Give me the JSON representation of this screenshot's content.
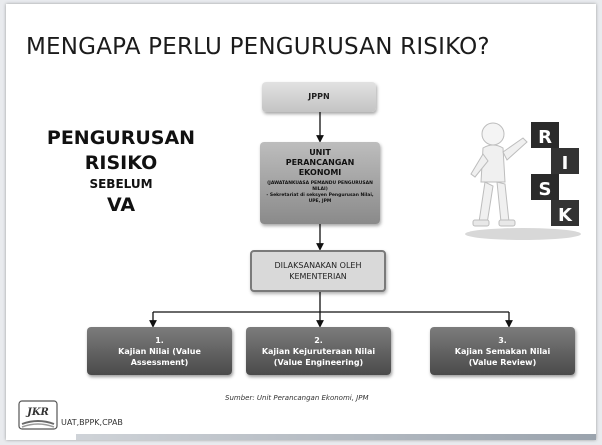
{
  "slide": {
    "title": "MENGAPA PERLU PENGURUSAN RISIKO?",
    "side_heading": {
      "line1": "PENGURUSAN",
      "line2": "RISIKO",
      "line3": "SEBELUM",
      "line4": "VA"
    },
    "chart": {
      "top_box": "JPPN",
      "unit_box": {
        "line1": "UNIT",
        "line2": "PERANCANGAN",
        "line3": "EKONOMI",
        "note1": "(JAWATANKUASA PEMANDU PENGURUSAN NILAI)",
        "note2": "- Sekretariat di seksyen Pengurusan Nilai, UPE, JPM"
      },
      "ministry_box": {
        "line1": "DILAKSANAKAN OLEH",
        "line2": "KEMENTERIAN"
      },
      "studies": [
        {
          "number": "1.",
          "line1": "Kajian Nilai (Value",
          "line2": "Assessment)"
        },
        {
          "number": "2.",
          "line1": "Kajian Kejuruteraan Nilai",
          "line2": "(Value Engineering)"
        },
        {
          "number": "3.",
          "line1": "Kajian Semakan  Nilai",
          "line2": "(Value Review)"
        }
      ]
    },
    "illustration": {
      "letters": [
        "R",
        "I",
        "S",
        "K"
      ],
      "icon": "person-stacking-risk-blocks"
    },
    "source": "Sumber:  Unit Perancangan Ekonomi, JPM",
    "footer": {
      "logo_text": "JKR",
      "org": "UAT,BPPK,CPAB"
    }
  }
}
